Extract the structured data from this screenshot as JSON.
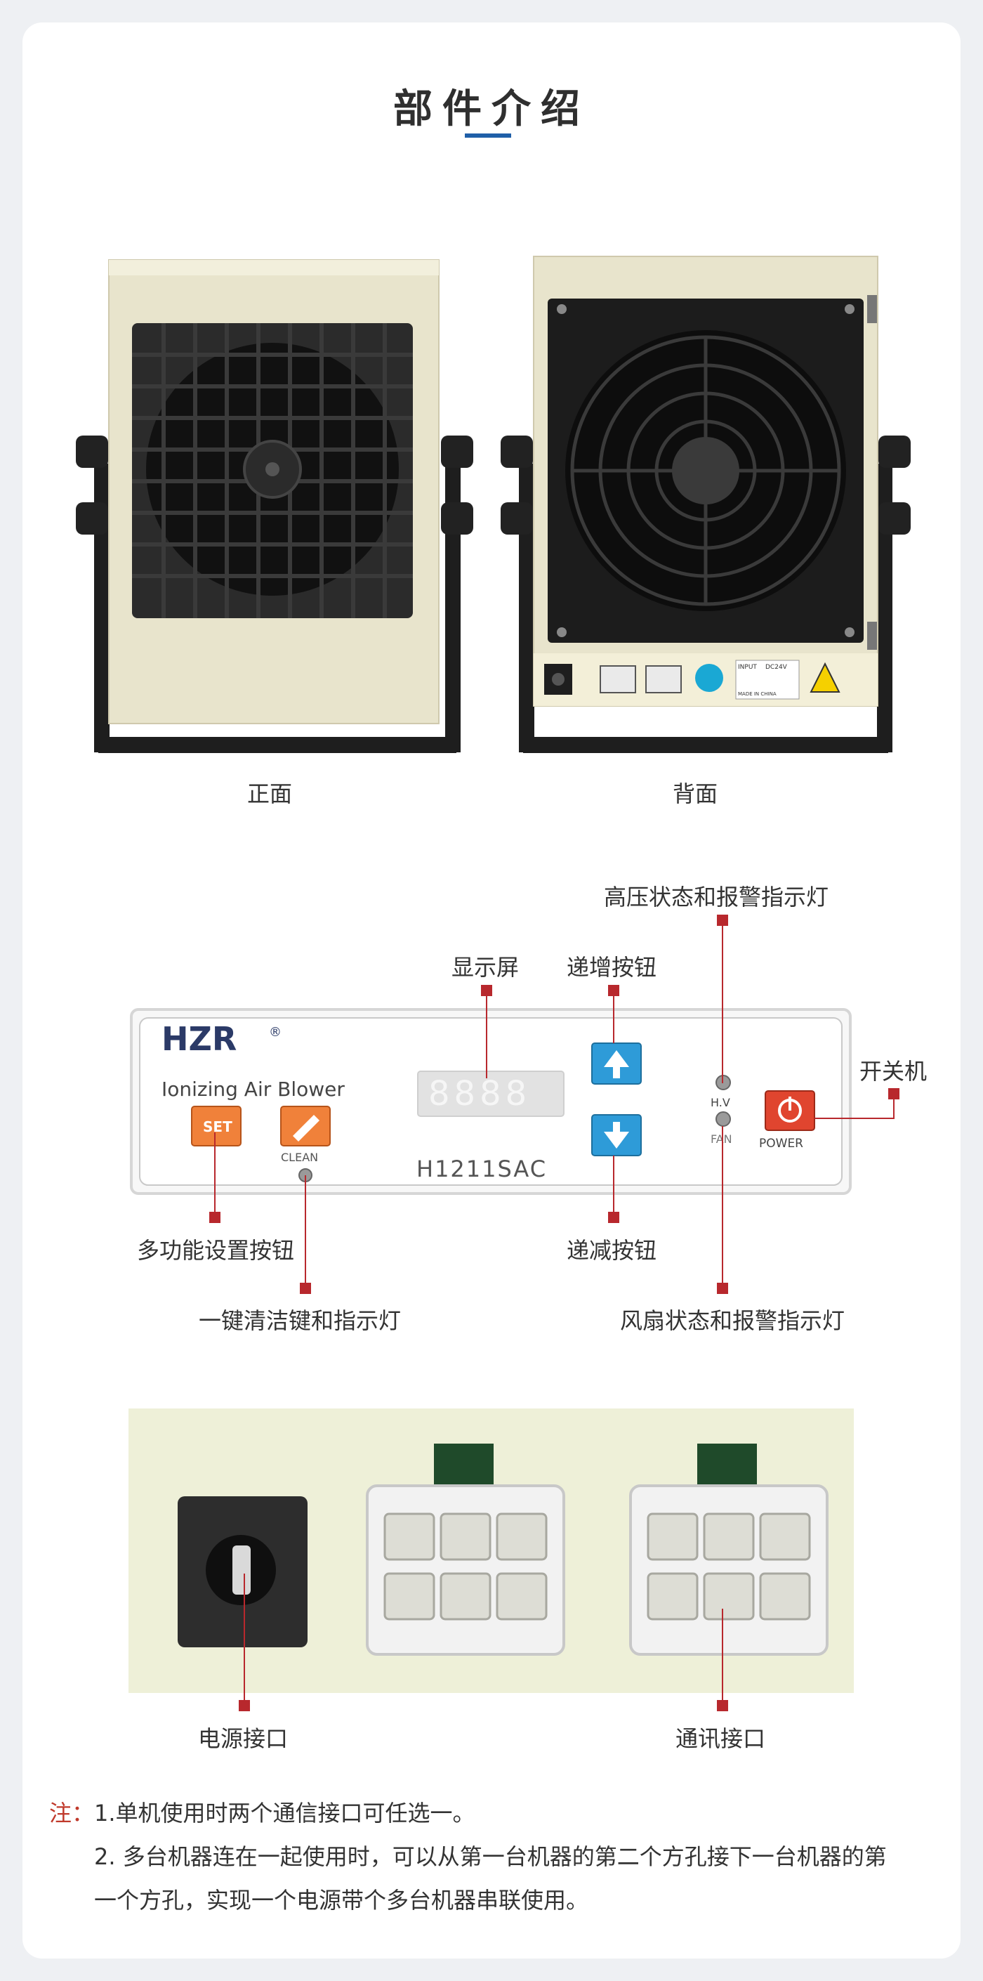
{
  "section_title": "部件介绍",
  "images": {
    "front_caption": "正面",
    "back_caption": "背面"
  },
  "panel": {
    "brand": "HZR",
    "brand_mark": "®",
    "product_name": "Ionizing Air Blower",
    "model": "H1211SAC",
    "set_label": "SET",
    "clean_label": "CLEAN",
    "hv_label": "H.V",
    "fan_label": "FAN",
    "power_label": "POWER",
    "display_digits": "8888"
  },
  "callouts": {
    "hv_alarm": "高压状态和报警指示灯",
    "display": "显示屏",
    "increase": "递增按钮",
    "power_switch": "开关机",
    "set_button": "多功能设置按钮",
    "decrease": "递减按钮",
    "clean_key": "一键清洁键和指示灯",
    "fan_alarm": "风扇状态和报警指示灯"
  },
  "ports": {
    "power_port": "电源接口",
    "comm_port": "通讯接口"
  },
  "notes": {
    "prefix": "注：",
    "line1": "1.单机使用时两个通信接口可任选一。",
    "line2a": "2. 多台机器连在一起使用时，可以从第一台机器的第二个方孔接下一台机器的第",
    "line2b": "一个方孔，实现一个电源带个多台机器串联使用。"
  },
  "back_label": {
    "input": "INPUT",
    "voltage": "DC24V",
    "made_in": "MADE IN CHINA"
  },
  "colors": {
    "accent": "#1f5fa8",
    "marker": "#b8282d",
    "set_button": "#f0813a",
    "arrow_button": "#2e9bd8",
    "power_button": "#e0452f"
  }
}
